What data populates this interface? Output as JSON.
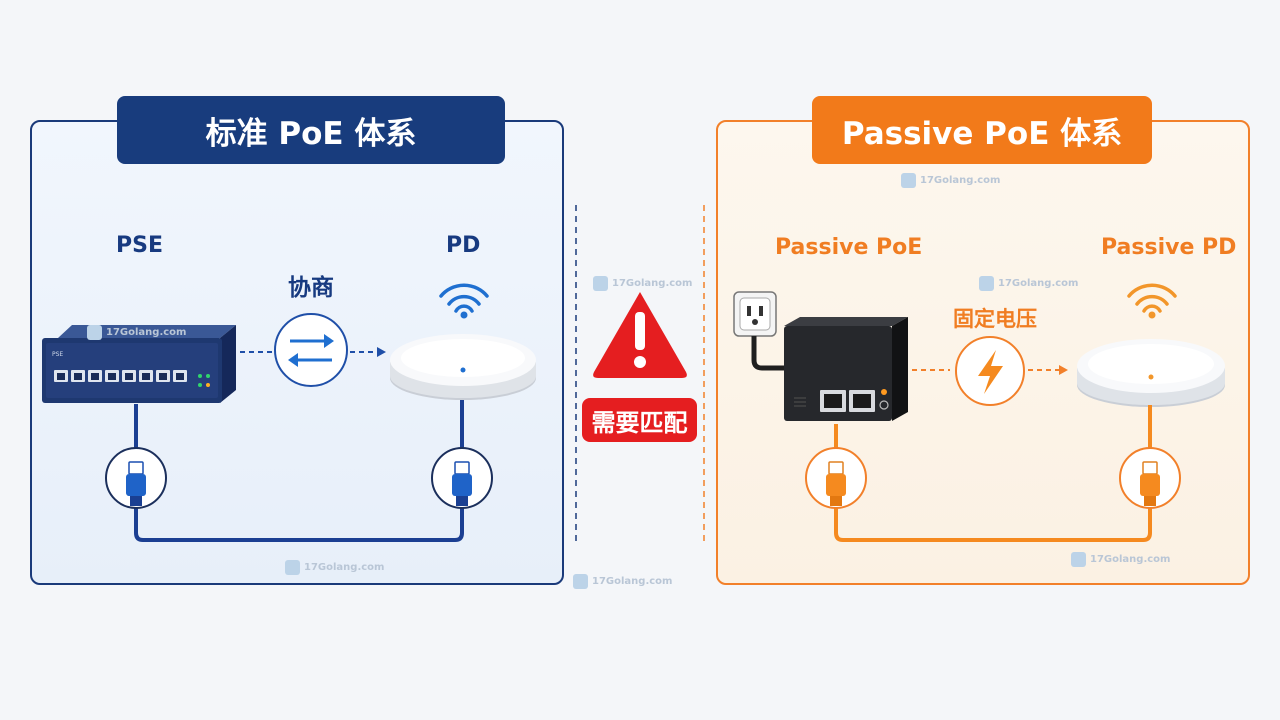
{
  "standard": {
    "title": "标准 PoE 体系",
    "pse_label": "PSE",
    "pd_label": "PD",
    "link_label": "协商",
    "switch_brand": "PSE"
  },
  "passive": {
    "title": "Passive PoE 体系",
    "injector_label": "Passive PoE",
    "pd_label": "Passive PD",
    "link_label": "固定电压"
  },
  "center": {
    "warning_text": "需要匹配"
  },
  "watermark": {
    "text": "17Golang.com"
  },
  "colors": {
    "standard_accent": "#183c7d",
    "passive_accent": "#f27a1a",
    "warning": "#e51e20"
  }
}
